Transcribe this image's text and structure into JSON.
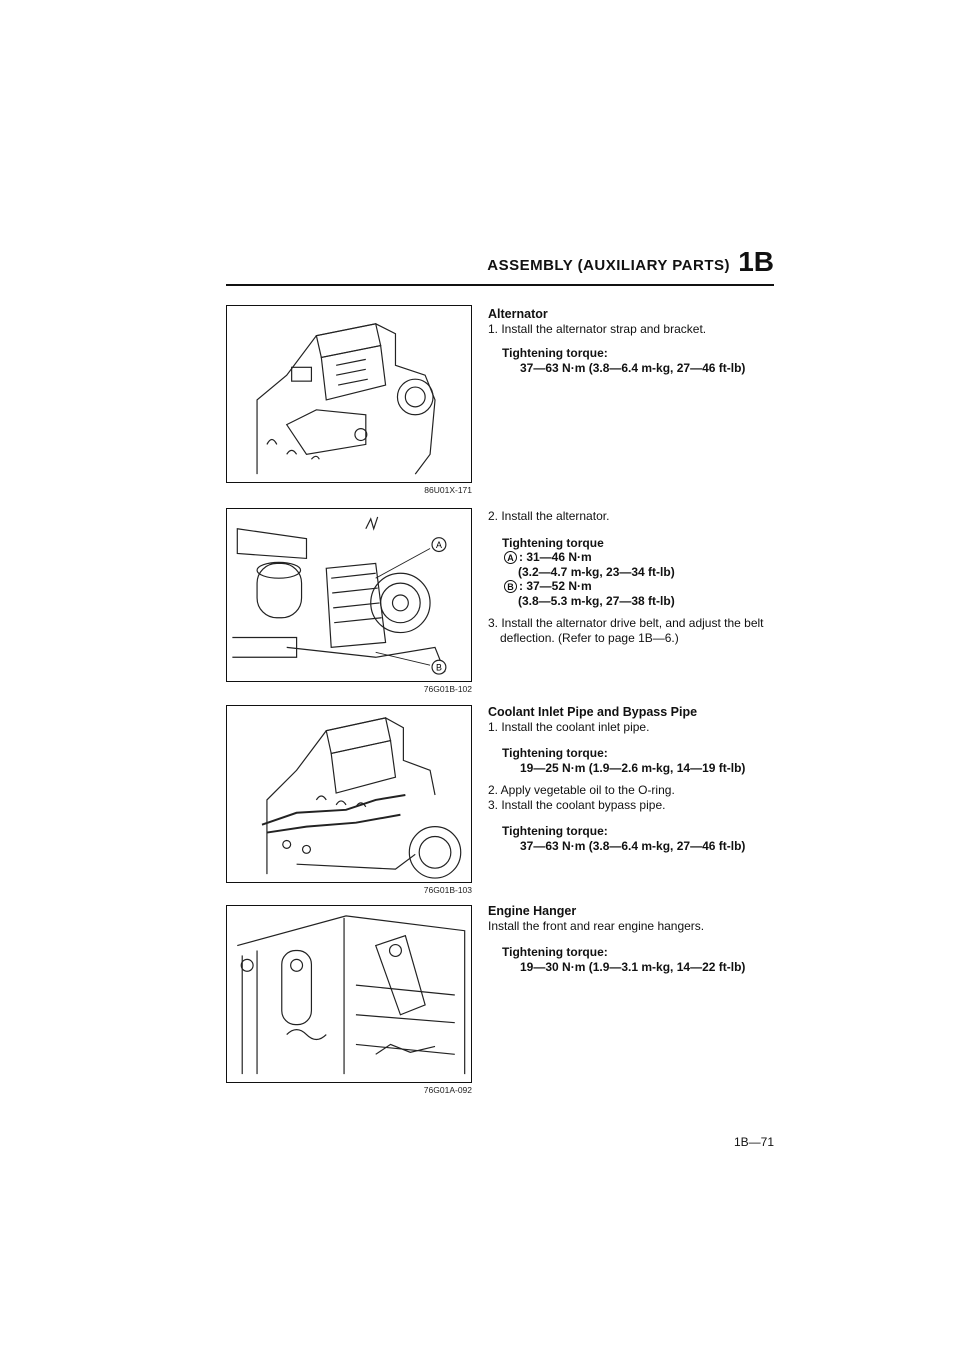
{
  "header": {
    "title": "ASSEMBLY (AUXILIARY PARTS)",
    "badge": "1B"
  },
  "figures": [
    {
      "code": "86U01X-171"
    },
    {
      "code": "76G01B-102",
      "callout_a": "A",
      "callout_b": "B"
    },
    {
      "code": "76G01B-103"
    },
    {
      "code": "76G01A-092"
    }
  ],
  "sections": {
    "alternator": {
      "heading": "Alternator",
      "step1": "1. Install the alternator strap and bracket.",
      "tq_label": "Tightening torque:",
      "tq_value": "37—63 N·m (3.8—6.4 m-kg, 27—46 ft-lb)",
      "step2": "2. Install the alternator.",
      "tq2_label": "Tightening torque",
      "tq2_a_mark": "A",
      "tq2_a": ": 31—46 N·m",
      "tq2_a_conv": "(3.2—4.7 m-kg, 23—34 ft-lb)",
      "tq2_b_mark": "B",
      "tq2_b": ": 37—52 N·m",
      "tq2_b_conv": "(3.8—5.3 m-kg, 27—38 ft-lb)",
      "step3_line1": "3. Install the alternator drive belt, and adjust the belt",
      "step3_line2": "deflection. (Refer to page 1B—6.)"
    },
    "coolant": {
      "heading": "Coolant Inlet Pipe and Bypass Pipe",
      "step1": "1. Install the coolant inlet pipe.",
      "tq1_label": "Tightening torque:",
      "tq1_value": "19—25 N·m (1.9—2.6 m-kg, 14—19 ft-lb)",
      "step2": "2. Apply vegetable oil to the O-ring.",
      "step3": "3. Install the coolant bypass pipe.",
      "tq2_label": "Tightening torque:",
      "tq2_value": "37—63 N·m (3.8—6.4 m-kg, 27—46 ft-lb)"
    },
    "hanger": {
      "heading": "Engine Hanger",
      "step1": "Install the front and rear engine hangers.",
      "tq_label": "Tightening torque:",
      "tq_value": "19—30 N·m (1.9—3.1 m-kg, 14—22 ft-lb)"
    }
  },
  "footer": {
    "page": "1B—71"
  }
}
